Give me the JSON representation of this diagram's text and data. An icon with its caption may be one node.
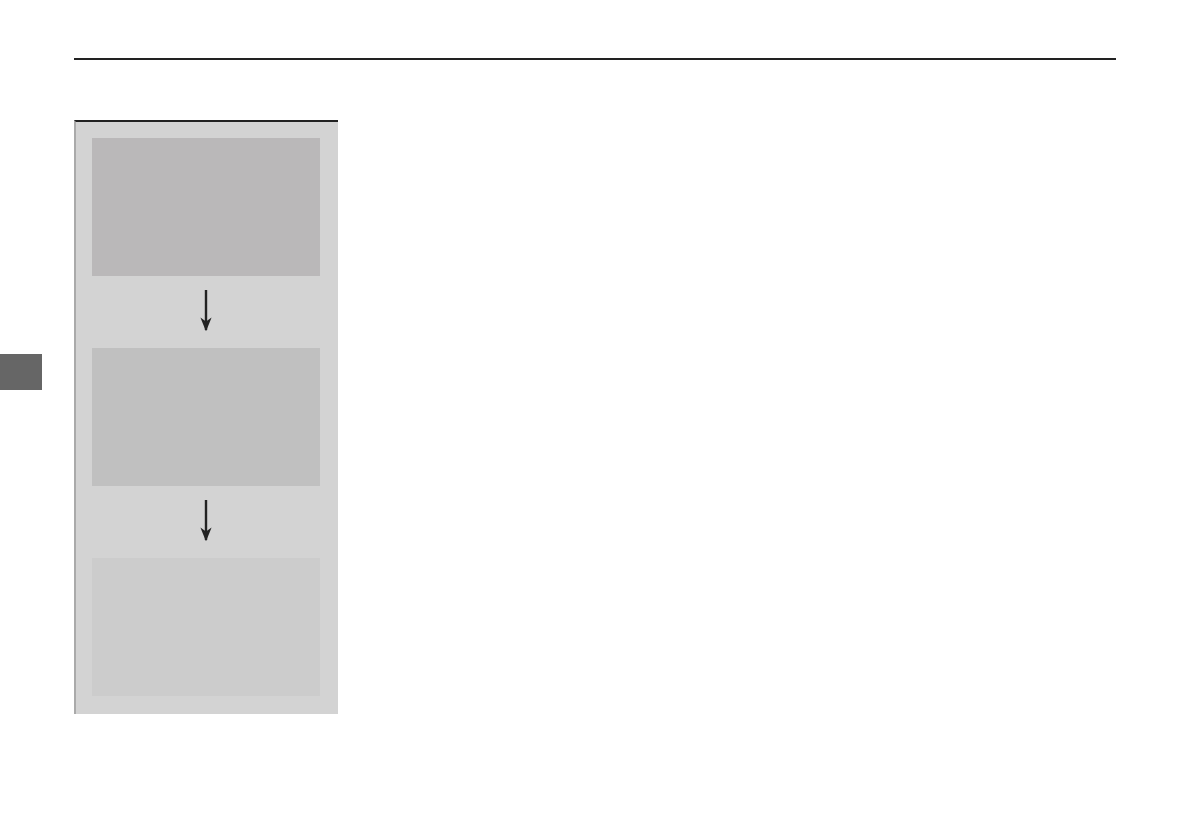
{
  "diagram": {
    "nodes": [
      {
        "text": [],
        "shape": "box"
      },
      {
        "text": [],
        "shape": "box",
        "in": 0
      },
      {
        "text": [],
        "shape": "box",
        "in": 0
      },
      {
        "text": [],
        "shape": "box",
        "in": 0
      }
    ],
    "edges": [
      {
        "from": 1,
        "to": 2,
        "arrow": "to"
      },
      {
        "from": 2,
        "to": 3,
        "arrow": "to"
      }
    ]
  }
}
